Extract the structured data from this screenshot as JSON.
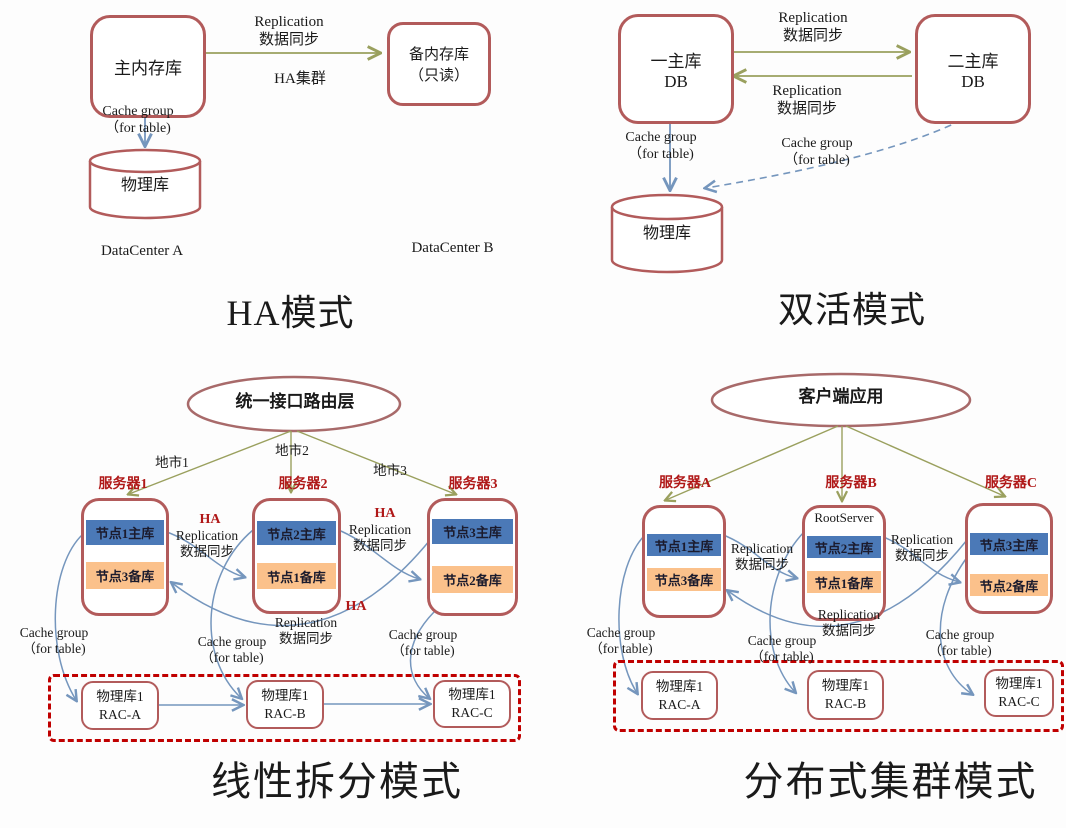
{
  "colors": {
    "box_border": "#b25b5b",
    "node_primary_blue": "#4b79b7",
    "node_standby_orange": "#fbc18b",
    "accent_red": "#b01818",
    "arrow_olive": "#9aa05e",
    "arrow_blue": "#7596bd",
    "dashed_rect_red": "#c00000"
  },
  "labels": {
    "replication": "Replication",
    "sync": "数据同步",
    "cache_group": "Cache group",
    "for_table": "（for table)",
    "ha": "HA"
  },
  "ha_mode": {
    "title": "HA模式",
    "primary_db": "主内存库",
    "standby_db_line1": "备内存库",
    "standby_db_line2": "（只读）",
    "cluster": "HA集群",
    "physical_db": "物理库",
    "datacenter_a": "DataCenter A",
    "datacenter_b": "DataCenter B"
  },
  "dual_mode": {
    "title": "双活模式",
    "db1_line1": "一主库",
    "db1_line2": "DB",
    "db2_line1": "二主库",
    "db2_line2": "DB",
    "physical_db": "物理库"
  },
  "linear_mode": {
    "title": "线性拆分模式",
    "router": "统一接口路由层",
    "cities": [
      "地市1",
      "地市2",
      "地市3"
    ],
    "servers": [
      {
        "name": "服务器1",
        "primary": "节点1主库",
        "standby": "节点3备库"
      },
      {
        "name": "服务器2",
        "primary": "节点2主库",
        "standby": "节点1备库"
      },
      {
        "name": "服务器3",
        "primary": "节点3主库",
        "standby": "节点2备库"
      }
    ],
    "rac": [
      {
        "line1": "物理库1",
        "line2": "RAC-A"
      },
      {
        "line1": "物理库1",
        "line2": "RAC-B"
      },
      {
        "line1": "物理库1",
        "line2": "RAC-C"
      }
    ]
  },
  "distributed_mode": {
    "title": "分布式集群模式",
    "client": "客户端应用",
    "root_server": "RootServer",
    "servers": [
      {
        "name": "服务器A",
        "primary": "节点1主库",
        "standby": "节点3备库"
      },
      {
        "name": "服务器B",
        "primary": "节点2主库",
        "standby": "节点1备库"
      },
      {
        "name": "服务器C",
        "primary": "节点3主库",
        "standby": "节点2备库"
      }
    ],
    "rac": [
      {
        "line1": "物理库1",
        "line2": "RAC-A"
      },
      {
        "line1": "物理库1",
        "line2": "RAC-B"
      },
      {
        "line1": "物理库1",
        "line2": "RAC-C"
      }
    ]
  }
}
